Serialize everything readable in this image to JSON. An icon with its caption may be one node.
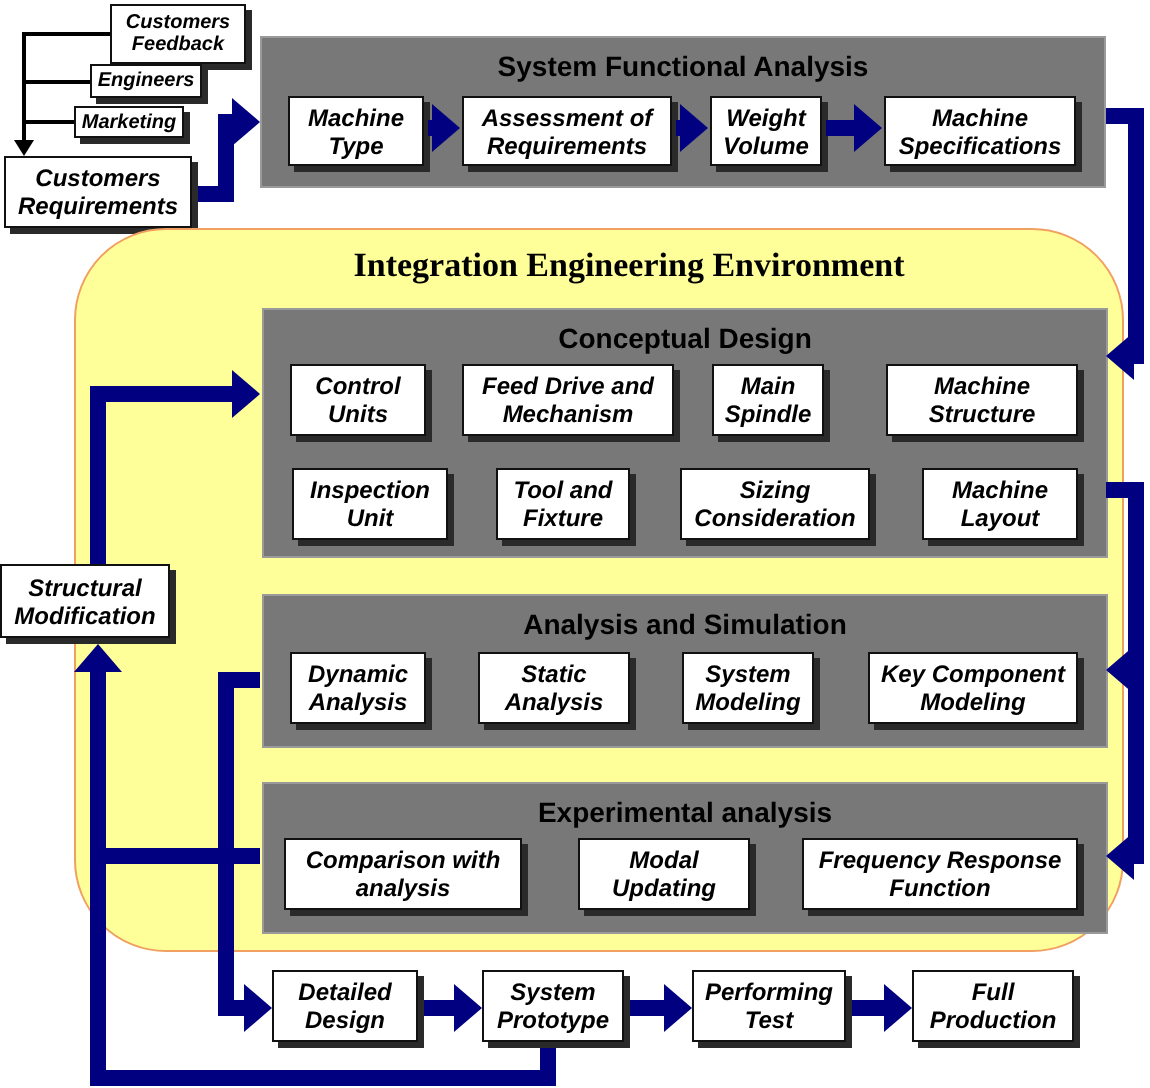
{
  "diagram": {
    "nodes": [
      {
        "text": [
          "Customers Feedback"
        ]
      },
      {
        "text": [
          "Engineers"
        ]
      },
      {
        "text": [
          "Marketing"
        ]
      },
      {
        "text": [
          "Customers Requirements"
        ]
      },
      {
        "text": [
          "System Functional Analysis"
        ]
      },
      {
        "text": [
          "Machine Type"
        ],
        "in": 4
      },
      {
        "text": [
          "Assessment of Requirements"
        ],
        "in": 4
      },
      {
        "text": [
          "Weight Volume"
        ],
        "in": 4
      },
      {
        "text": [
          "Machine Specifications"
        ],
        "in": 4
      },
      {
        "text": [
          "Integration Engineering Environment"
        ]
      },
      {
        "text": [
          "Conceptual Design"
        ],
        "in": 9
      },
      {
        "text": [
          "Control Units"
        ],
        "in": 10
      },
      {
        "text": [
          "Feed Drive and Mechanism"
        ],
        "in": 10
      },
      {
        "text": [
          "Main Spindle"
        ],
        "in": 10
      },
      {
        "text": [
          "Machine Structure"
        ],
        "in": 10
      },
      {
        "text": [
          "Inspection Unit"
        ],
        "in": 10
      },
      {
        "text": [
          "Tool and Fixture"
        ],
        "in": 10
      },
      {
        "text": [
          "Sizing Consideration"
        ],
        "in": 10
      },
      {
        "text": [
          "Machine Layout"
        ],
        "in": 10
      },
      {
        "text": [
          "Analysis and Simulation"
        ],
        "in": 9
      },
      {
        "text": [
          "Dynamic Analysis"
        ],
        "in": 19
      },
      {
        "text": [
          "Static Analysis"
        ],
        "in": 19
      },
      {
        "text": [
          "System Modeling"
        ],
        "in": 19
      },
      {
        "text": [
          "Key Component Modeling"
        ],
        "in": 19
      },
      {
        "text": [
          "Experimental analysis"
        ],
        "in": 9
      },
      {
        "text": [
          "Comparison with analysis"
        ],
        "in": 24
      },
      {
        "text": [
          "Modal Updating"
        ],
        "in": 24
      },
      {
        "text": [
          "Frequency Response Function"
        ],
        "in": 24
      },
      {
        "text": [
          "Structural Modification"
        ]
      },
      {
        "text": [
          "Detailed Design"
        ]
      },
      {
        "text": [
          "System Prototype"
        ]
      },
      {
        "text": [
          "Performing Test"
        ]
      },
      {
        "text": [
          "Full Production"
        ]
      }
    ],
    "edges": [
      {
        "from": 0,
        "to": 3,
        "arrow": "to",
        "color": "#000000"
      },
      {
        "from": 1,
        "to": 3,
        "arrow": "to",
        "color": "#000000"
      },
      {
        "from": 2,
        "to": 3,
        "arrow": "to",
        "color": "#000000"
      },
      {
        "from": 3,
        "to": 4,
        "arrow": "to"
      },
      {
        "from": 5,
        "to": 6,
        "arrow": "to"
      },
      {
        "from": 6,
        "to": 7,
        "arrow": "to"
      },
      {
        "from": 7,
        "to": 8,
        "arrow": "to"
      },
      {
        "from": 4,
        "to": 10,
        "arrow": "to"
      },
      {
        "from": 10,
        "to": 19,
        "arrow": "to"
      },
      {
        "from": 10,
        "to": 24,
        "arrow": "to"
      },
      {
        "from": 28,
        "to": 10,
        "arrow": "to"
      },
      {
        "from": 19,
        "to": 29,
        "arrow": "to"
      },
      {
        "from": 24,
        "to": 29,
        "arrow": "to"
      },
      {
        "from": 24,
        "to": 28,
        "arrow": "to"
      },
      {
        "from": 30,
        "to": 28,
        "arrow": "to"
      },
      {
        "from": 29,
        "to": 30,
        "arrow": "to"
      },
      {
        "from": 30,
        "to": 31,
        "arrow": "to"
      },
      {
        "from": 31,
        "to": 32,
        "arrow": "to"
      }
    ]
  }
}
